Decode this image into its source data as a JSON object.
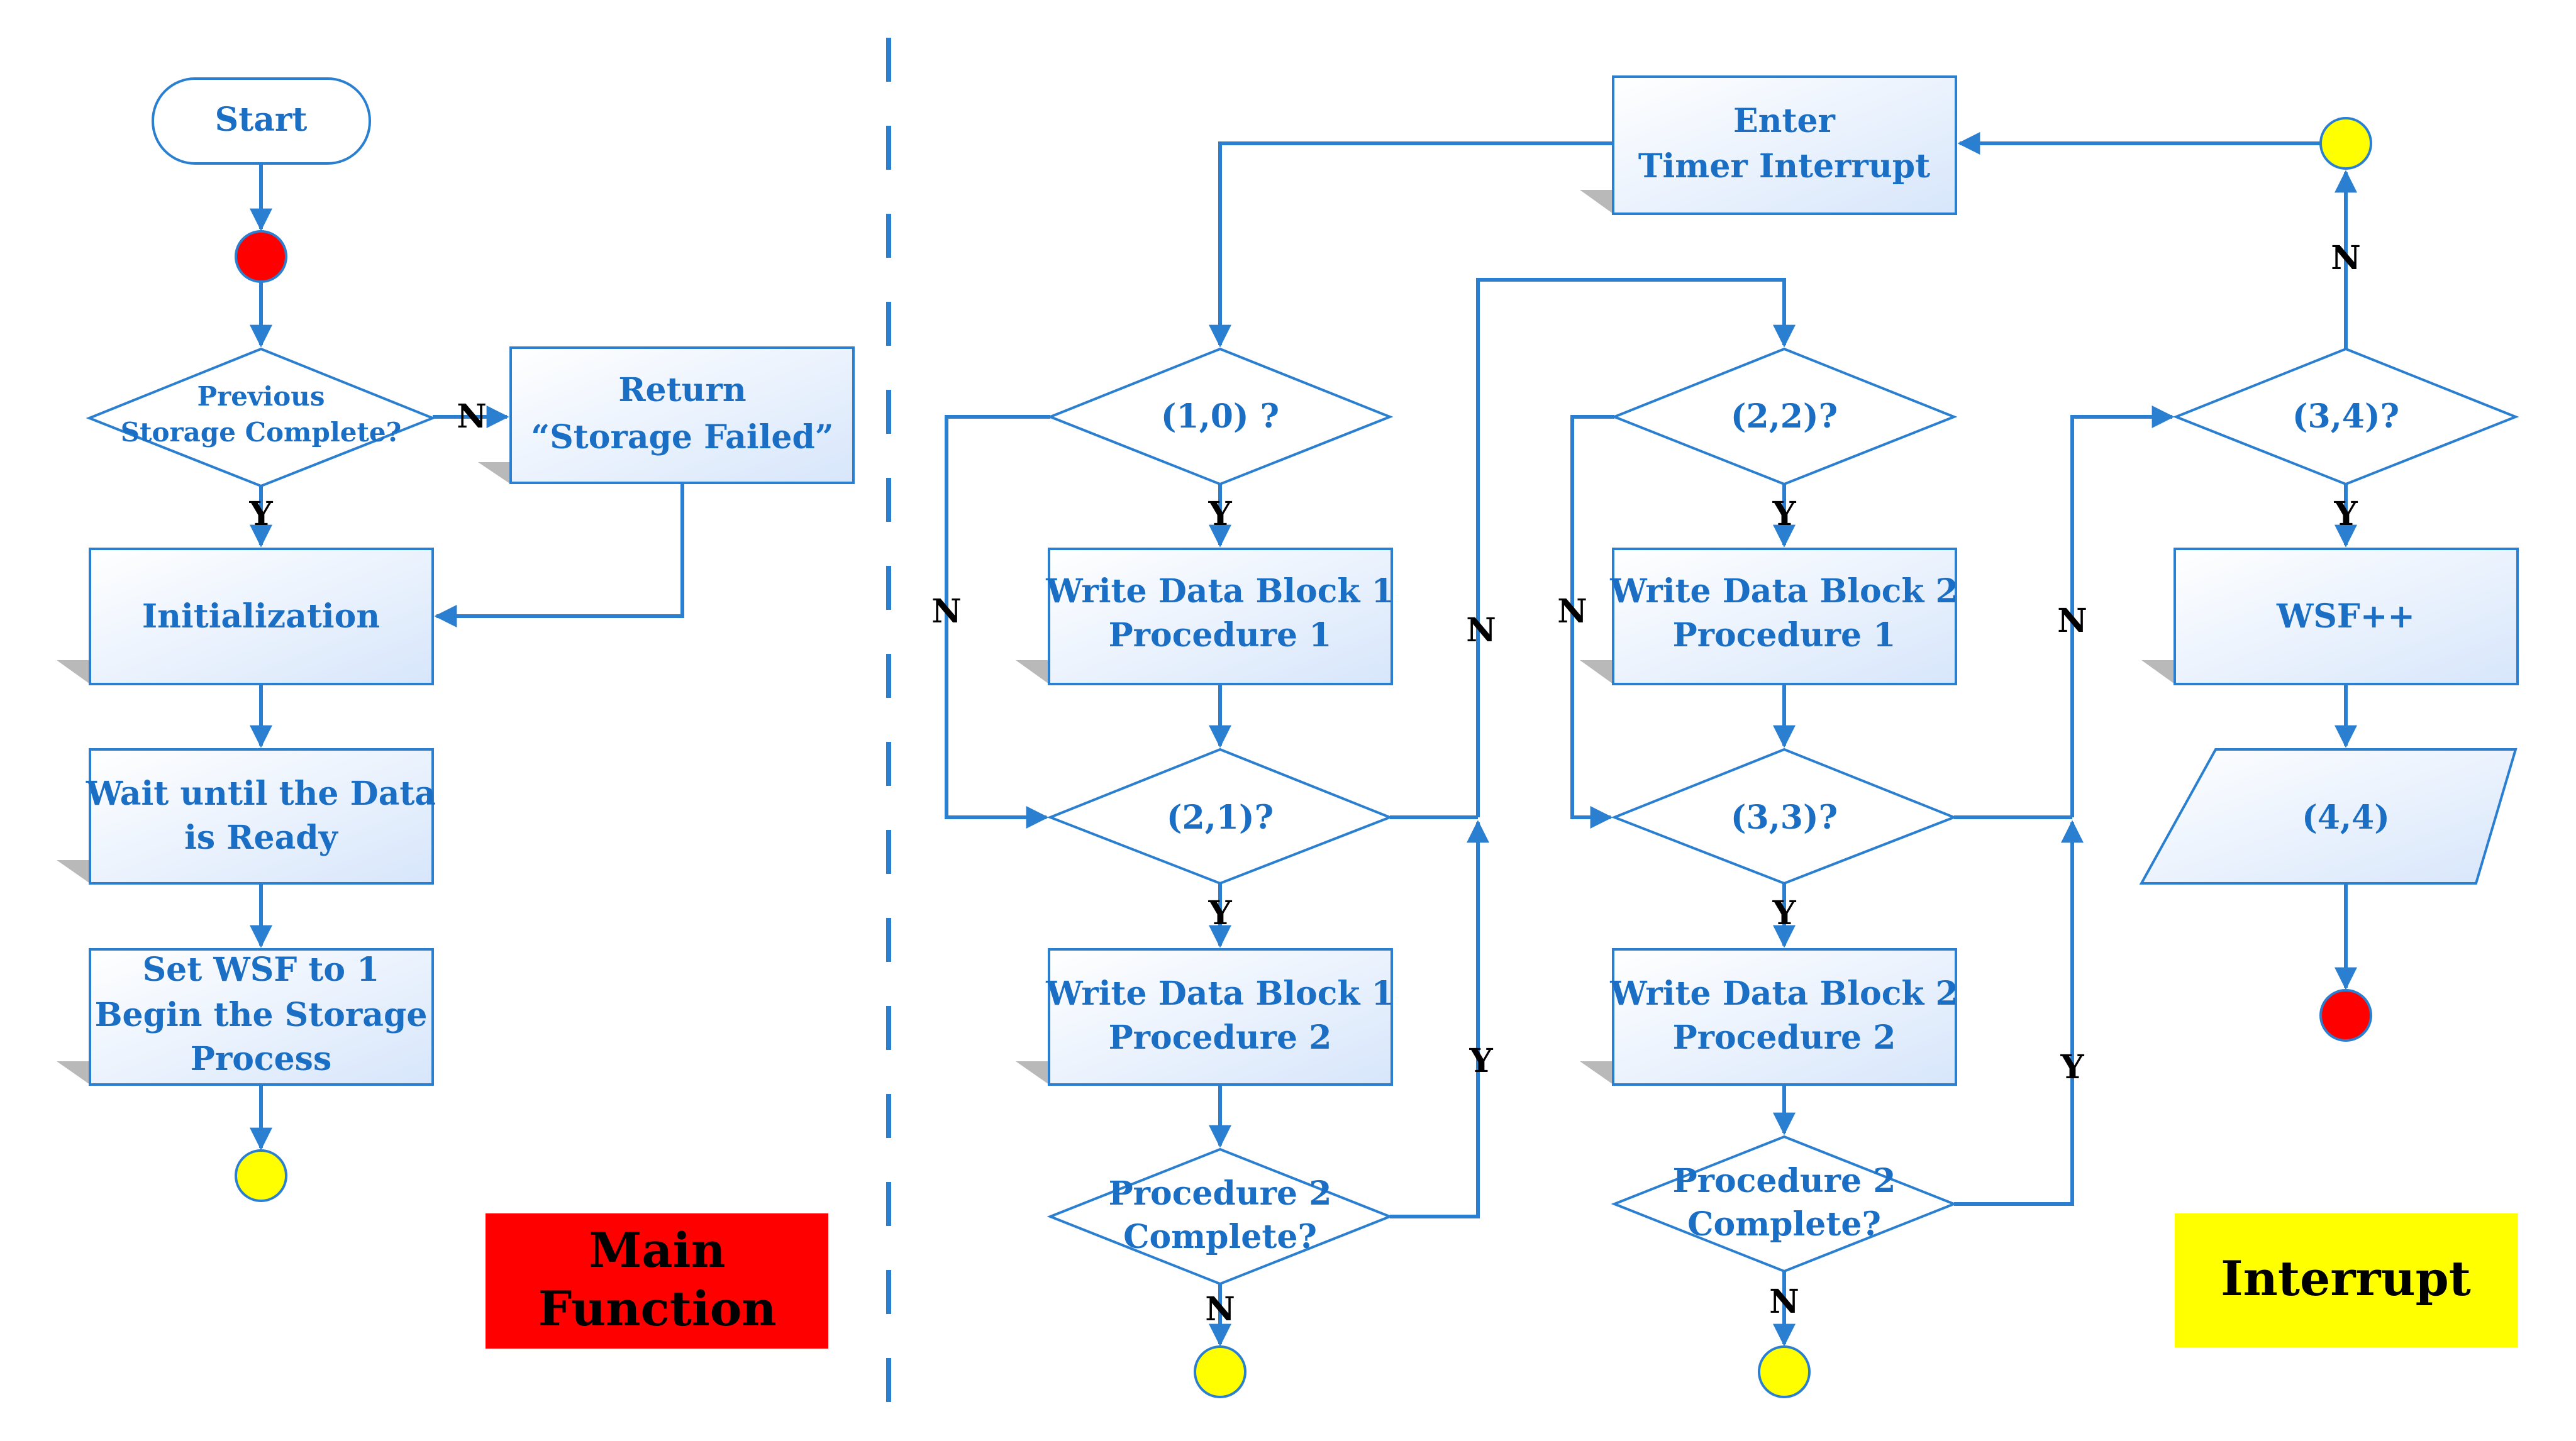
{
  "labels": {
    "start": "Start",
    "previous_line1": "Previous",
    "previous_line2": "Storage Complete?",
    "return_line1": "Return",
    "return_line2": "“Storage Failed”",
    "initialization": "Initialization",
    "wait_line1": "Wait until the Data",
    "wait_line2": "is Ready",
    "setwsf_line1": "Set WSF to 1",
    "setwsf_line2": "Begin the Storage",
    "setwsf_line3": "Process",
    "enter_line1": "Enter",
    "enter_line2": "Timer Interrupt",
    "d10": "(1,0) ?",
    "d21": "(2,1)?",
    "d22": "(2,2)?",
    "d33": "(3,3)?",
    "d34": "(3,4)?",
    "wb1p1_line1": "Write Data Block 1",
    "wb1p1_line2": "Procedure 1",
    "wb1p2_line1": "Write Data Block 1",
    "wb1p2_line2": "Procedure 2",
    "wb2p1_line1": "Write Data Block 2",
    "wb2p1_line2": "Procedure 1",
    "wb2p2_line1": "Write Data Block 2",
    "wb2p2_line2": "Procedure 2",
    "pc_line1": "Procedure 2",
    "pc_line2": "Complete?",
    "wsfpp": "WSF++",
    "io44": "(4,4)",
    "yes": "Y",
    "no": "N"
  },
  "tags": {
    "main_line1": "Main",
    "main_line2": "Function",
    "interrupt": "Interrupt",
    "main_color": "#ff0000",
    "interrupt_color": "#ffff00"
  },
  "colors": {
    "flow_blue": "#2b7fd1",
    "text_blue": "#1a6fc4",
    "terminal_red": "#ff0000",
    "connector_yellow": "#ffff00"
  }
}
